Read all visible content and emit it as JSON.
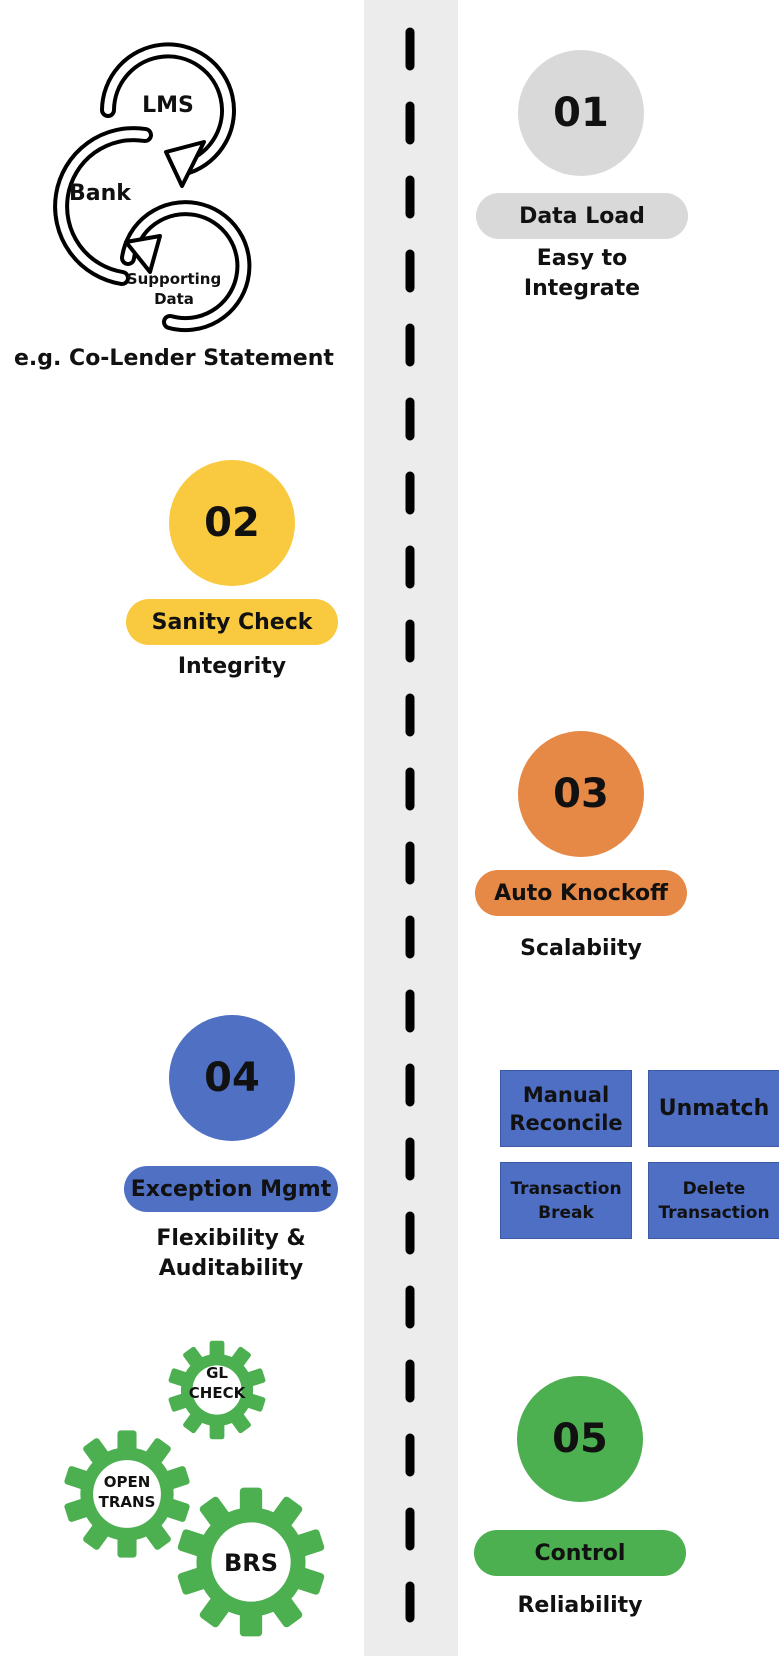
{
  "colors": {
    "grey": "#d9d9d9",
    "yellow": "#f9c93f",
    "orange": "#e68846",
    "blue": "#5070c4",
    "green": "#4caf50",
    "band": "#ececec"
  },
  "stages": [
    {
      "number": "01",
      "title": "Data Load",
      "subtitle": "Easy to\nIntegrate"
    },
    {
      "number": "02",
      "title": "Sanity Check",
      "subtitle": "Integrity"
    },
    {
      "number": "03",
      "title": "Auto Knockoff",
      "subtitle": "Scalabiity"
    },
    {
      "number": "04",
      "title": "Exception Mgmt",
      "subtitle": "Flexibility &\nAuditability"
    },
    {
      "number": "05",
      "title": "Control",
      "subtitle": "Reliability"
    }
  ],
  "cycle": {
    "labels": [
      "LMS",
      "Bank",
      "Supporting\nData"
    ],
    "label_lms": "LMS",
    "label_bank": "Bank",
    "label_supporting_1": "Supporting",
    "label_supporting_2": "Data",
    "caption": "e.g. Co-Lender Statement"
  },
  "exception_actions": {
    "manual_reconcile": "Manual\nReconcile",
    "unmatch": "Unmatch",
    "transaction_break": "Transaction\nBreak",
    "delete_transaction": "Delete\nTransaction"
  },
  "gears": {
    "gl_check_1": "GL",
    "gl_check_2": "CHECK",
    "open_trans_1": "OPEN",
    "open_trans_2": "TRANS",
    "brs": "BRS"
  }
}
